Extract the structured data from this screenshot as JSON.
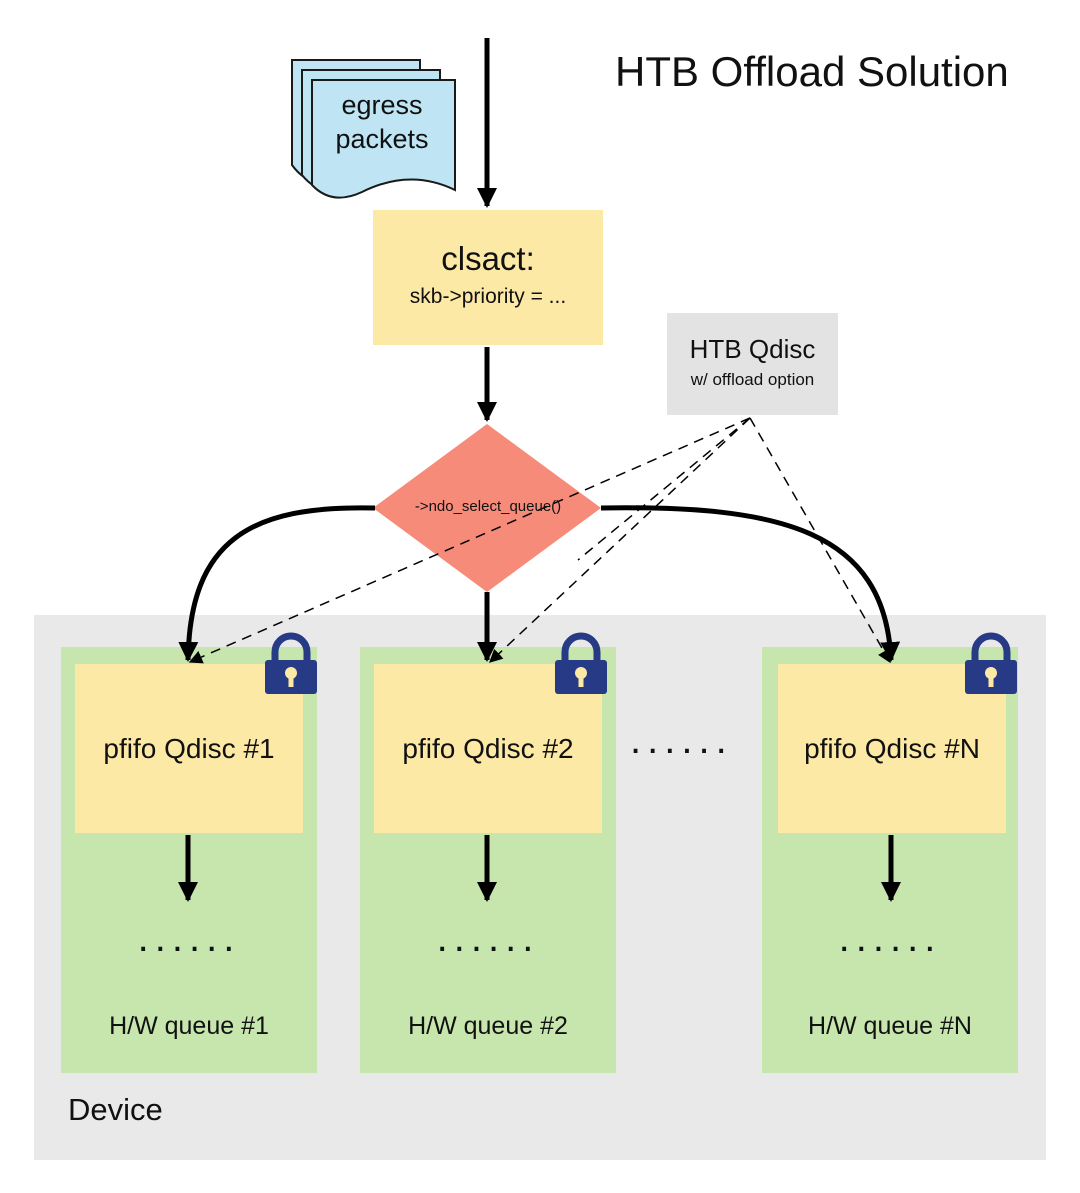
{
  "title": "HTB Offload Solution",
  "packets": {
    "line1": "egress",
    "line2": "packets"
  },
  "clsact": {
    "title": "clsact:",
    "subtitle": "skb->priority = ..."
  },
  "htb_qdisc": {
    "title": "HTB Qdisc",
    "subtitle": "w/ offload option"
  },
  "select_queue": {
    "label": "->ndo_select_queue()"
  },
  "device": {
    "label": "Device"
  },
  "lanes": [
    {
      "qdisc": "pfifo Qdisc #1",
      "hw_queue": "H/W queue #1",
      "dots": "......"
    },
    {
      "qdisc": "pfifo Qdisc #2",
      "hw_queue": "H/W queue #2",
      "dots": "......"
    },
    {
      "qdisc": "pfifo Qdisc #N",
      "hw_queue": "H/W queue #N",
      "dots": "......"
    }
  ],
  "between_dots": "......",
  "colors": {
    "qdisc_fill": "#fde9a6",
    "lane_fill": "#c7e6ae",
    "device_fill": "#e9e9ea",
    "htb_fill": "#e3e3e4",
    "diamond_fill": "#f68b7a",
    "packets_fill": "#bfe5f5",
    "lock_color": "#263a86"
  },
  "icons": {
    "lock": "lock-icon",
    "packets": "document-stack-icon"
  }
}
